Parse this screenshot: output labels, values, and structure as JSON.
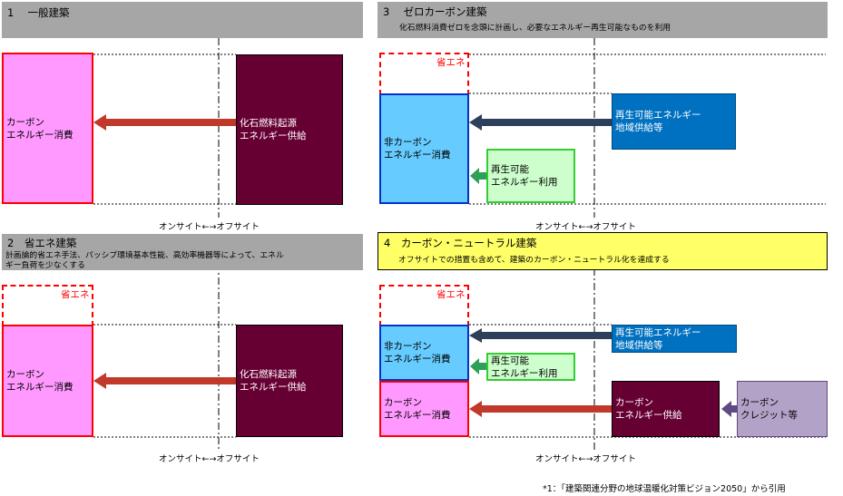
{
  "panel1": {
    "title": "1　 一般建築",
    "left_box": [
      "カーボン",
      "エネルギー消費"
    ],
    "right_box": [
      "化石燃料起源",
      "エネルギー供給"
    ],
    "site_label": "オンサイト←→オフサイト"
  },
  "panel2": {
    "title": "2　省エネ建築",
    "subtitle_line1": "計画論的省エネ手法、パッシブ環境基本性能、高効率機器等によって、エネル",
    "subtitle_line2": "ギー負荷を少なくする",
    "shoene": "省エネ",
    "left_box": [
      "カーボン",
      "エネルギー消費"
    ],
    "right_box": [
      "化石燃料起源",
      "エネルギー供給"
    ],
    "site_label": "オンサイト←→オフサイト"
  },
  "panel3": {
    "title": "3　 ゼロカーボン建築",
    "subtitle": "化石燃料消費ゼロを念頭に計画し、必要なエネルギー再生可能なものを利用",
    "shoene": "省エネ",
    "left_box": [
      "非カーボン",
      "エネルギー消費"
    ],
    "offsite_box": [
      "再生可能エネルギー",
      "地域供給等"
    ],
    "onsite_box": [
      "再生可能",
      "エネルギー利用"
    ],
    "site_label": "オンサイト←→オフサイト"
  },
  "panel4": {
    "title": "4　カーボン・ニュートラル建築",
    "subtitle": "オフサイトでの措置も含めて、建築のカーボン・ニュートラル化を達成する",
    "shoene": "省エネ",
    "noncarbon_box": [
      "非カーボン",
      "エネルギー消費"
    ],
    "offsite_box": [
      "再生可能エネルギー",
      "地域供給等"
    ],
    "onsite_box": [
      "再生可能",
      "エネルギー利用"
    ],
    "carbon_box": [
      "カーボン",
      "エネルギー消費"
    ],
    "supply_box": [
      "カーボン",
      "エネルギー供給"
    ],
    "credit_box": [
      "カーボン",
      "クレジット等"
    ],
    "site_label": "オンサイト←→オフサイト"
  },
  "footnote": "*1：「建築関連分野の地球温暖化対策ビジョン2050」から引用",
  "colors": {
    "header_gray": "#a6a6a6",
    "header_yellow": "#ffff66",
    "pink": "#ff99ff",
    "maroon": "#660033",
    "sky_blue": "#66ccff",
    "blue": "#0070c0",
    "light_green": "#ccffcc",
    "lavender": "#b3a2c7",
    "arrow_red_brown": "#c0392b",
    "arrow_navy": "#2e3f5c",
    "arrow_green": "#2e9e58",
    "arrow_purple": "#5e4b86",
    "shoene_red": "#ff0000"
  }
}
